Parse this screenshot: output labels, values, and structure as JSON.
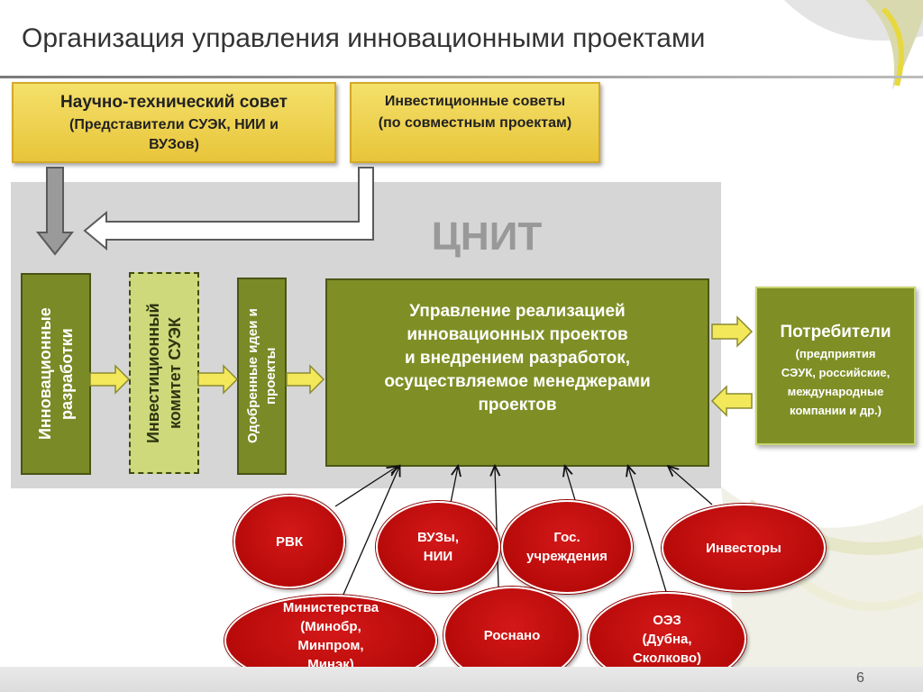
{
  "slide": {
    "title": "Организация управления инновационными проектами",
    "page_number": "6"
  },
  "top_boxes": {
    "scientific_council": {
      "line1": "Научно-технический совет",
      "line2": "(Представители СУЭК, НИИ и ВУЗов)"
    },
    "investment_councils": {
      "text": "Инвестиционные советы (по совместным проектам)"
    }
  },
  "panel": {
    "label": "ЦНИТ"
  },
  "flow": {
    "innovative_developments": "Инновационные разработки",
    "investment_committee": "Инвестиционный комитет СУЭК",
    "approved_ideas": "Одобренные идеи и проекты",
    "management": [
      "Управление  реализацией",
      "инновационных проектов",
      "и внедрением  разработок,",
      "осуществляемое менеджерами",
      "проектов"
    ]
  },
  "consumers": {
    "title": "Потребители",
    "details": [
      "(предприятия",
      "СЭУК, российские,",
      "международные",
      "компании и др.)"
    ]
  },
  "participants": {
    "rvk": "РВК",
    "universities": [
      "ВУЗы,",
      "НИИ"
    ],
    "gov": [
      "Гос.",
      "учреждения"
    ],
    "investors": "Инвесторы",
    "ministries": [
      "Министерства",
      "(Минобр,",
      "Минпром,",
      "Минэк)"
    ],
    "rosnano": "Роснано",
    "sez": [
      "ОЭЗ",
      "(Дубна,",
      "Сколково)"
    ]
  },
  "colors": {
    "olive": "#7f8f26",
    "yellow": "#e8c53a",
    "red": "#c00c0c",
    "panel_gray": "#d6d6d6"
  }
}
